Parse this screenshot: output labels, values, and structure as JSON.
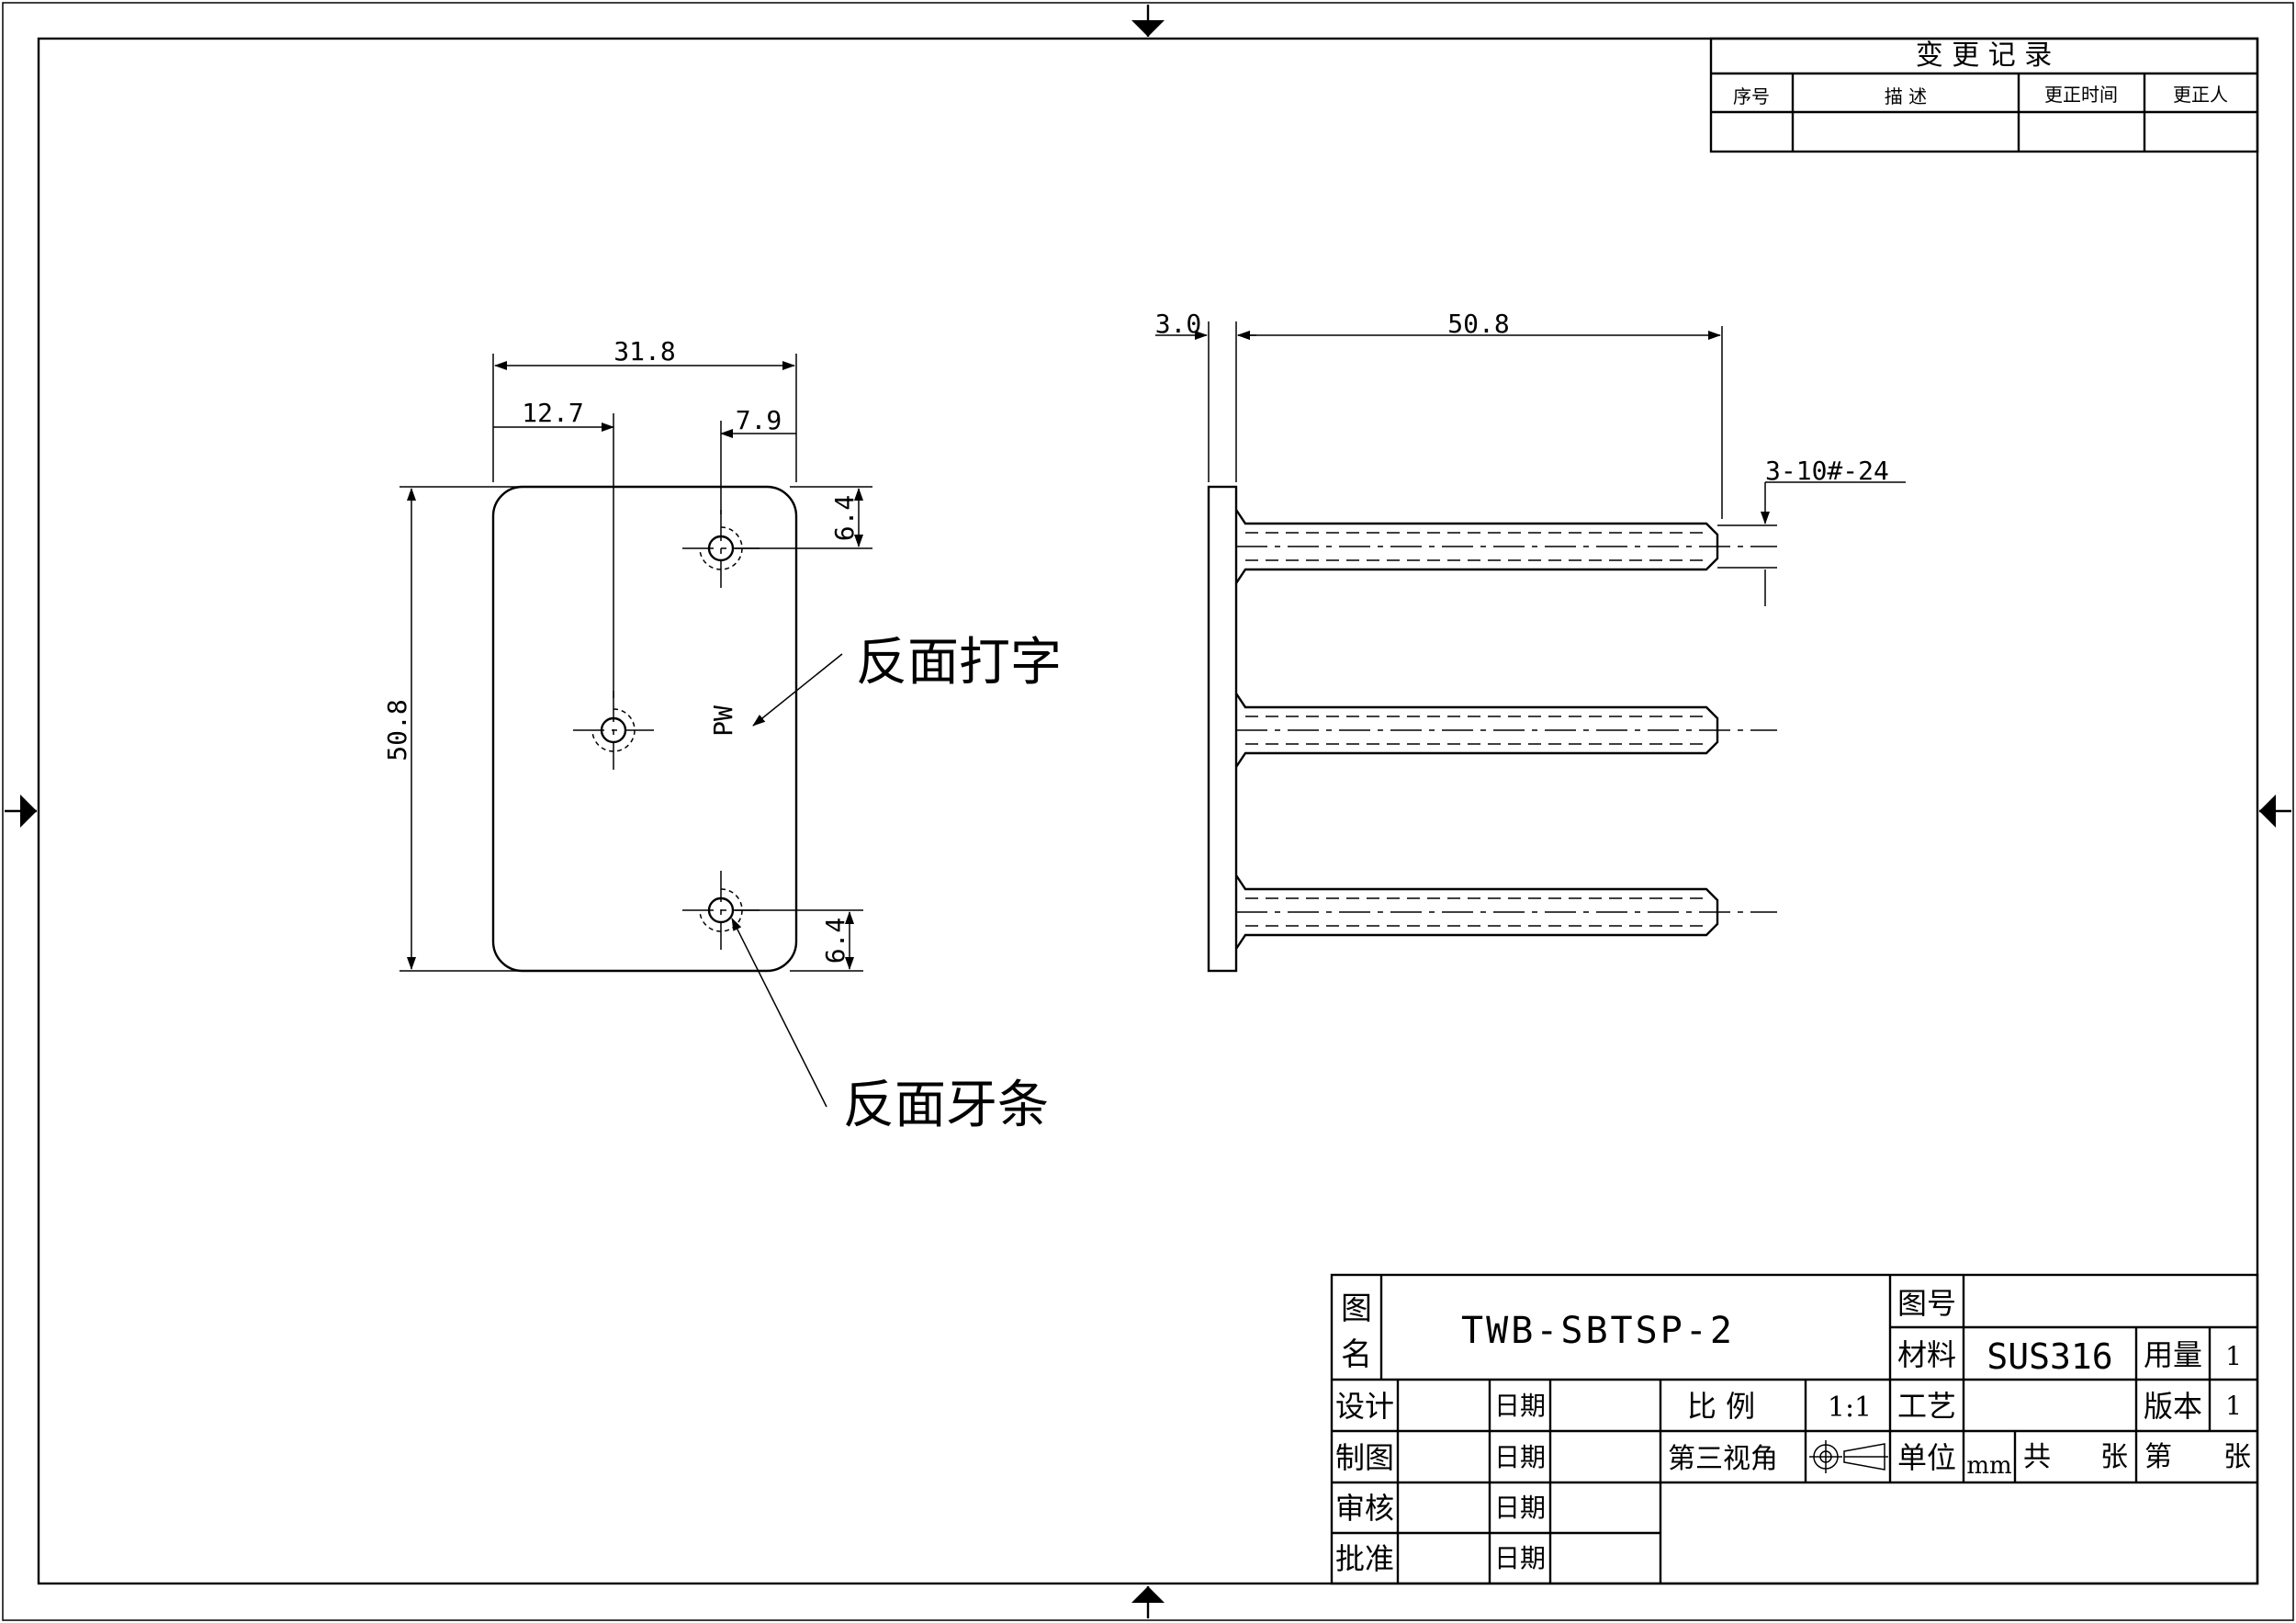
{
  "change_log": {
    "title": "变 更 记 录",
    "headers": [
      "序号",
      "描 述",
      "更正时间",
      "更正人"
    ]
  },
  "front_view": {
    "dim_width": "31.8",
    "dim_left": "12.7",
    "dim_right": "7.9",
    "dim_height": "50.8",
    "dim_top_edge": "6.4",
    "dim_bottom_edge": "6.4",
    "engraving": "PW",
    "note_engrave": "反面打字",
    "note_thread": "反面牙条"
  },
  "side_view": {
    "dim_plate": "3.0",
    "dim_length": "50.8",
    "thread_spec": "3-10#-24"
  },
  "title_block": {
    "name_label": "图名",
    "drawing_name": "TWB-SBTSP-2",
    "number_label": "图号",
    "number_value": "",
    "material_label": "材料",
    "material_value": "SUS316",
    "qty_label": "用量",
    "qty_value": "1",
    "design_label": "设计",
    "draw_label": "制图",
    "review_label": "审核",
    "approve_label": "批准",
    "date_label": "日期",
    "scale_label": "比 例",
    "scale_value": "1:1",
    "process_label": "工艺",
    "version_label": "版本",
    "version_value": "1",
    "projection_label": "第三视角",
    "unit_label": "单位",
    "unit_value": "mm",
    "total_label": "共",
    "sheet_unit": "张",
    "sheet_label": "第",
    "sheet_unit2": "张"
  }
}
